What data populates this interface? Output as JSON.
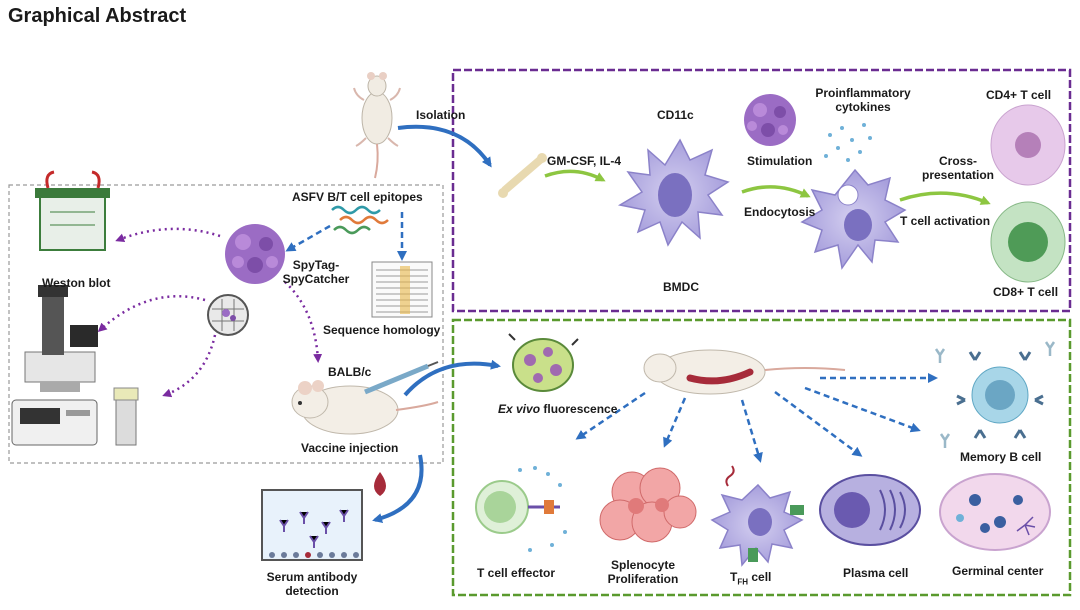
{
  "title": "Graphical Abstract",
  "colors": {
    "purple_box": "#6a2c91",
    "green_box": "#5a9a2e",
    "grey_box": "#9a9a9a",
    "arrow_blue": "#2f6fc0",
    "arrow_purple": "#7a2ba0",
    "arrow_green": "#8dc641",
    "cell_purple": "#b9b3e0",
    "nucleus_purple": "#7a70c0"
  },
  "left_panel": {
    "epitopes": "ASFV B/T cell epitopes",
    "western_blot": "Weston blot",
    "spy_line1": "SpyTag-",
    "spy_line2": "SpyCatcher",
    "homology": "Sequence homology",
    "mouse_strain": "BALB/c",
    "vaccine": "Vaccine injection",
    "serum_line1": "Serum antibody",
    "serum_line2": "detection"
  },
  "top_panel": {
    "isolation": "Isolation",
    "cd11c": "CD11c",
    "cytokines_line1": "Proinflammatory",
    "cytokines_line2": "cytokines",
    "cd4": "CD4+ T cell",
    "gmcsf": "GM-CSF, IL-4",
    "stimulation": "Stimulation",
    "cross_line1": "Cross-",
    "cross_line2": "presentation",
    "endocytosis": "Endocytosis",
    "tcell_activation": "T cell activation",
    "bmdc": "BMDC",
    "cd8": "CD8+ T cell"
  },
  "bottom_panel": {
    "exvivo_italic": "Ex vivo",
    "exvivo_rest": " fluorescence",
    "memory_b": "Memory B cell",
    "t_effector": "T cell effector",
    "spleno_line1": "Splenocyte",
    "spleno_line2": "Proliferation",
    "tfh_t": "T",
    "tfh_sub": "FH",
    "tfh_rest": " cell",
    "plasma": "Plasma cell",
    "germinal": "Germinal center"
  }
}
